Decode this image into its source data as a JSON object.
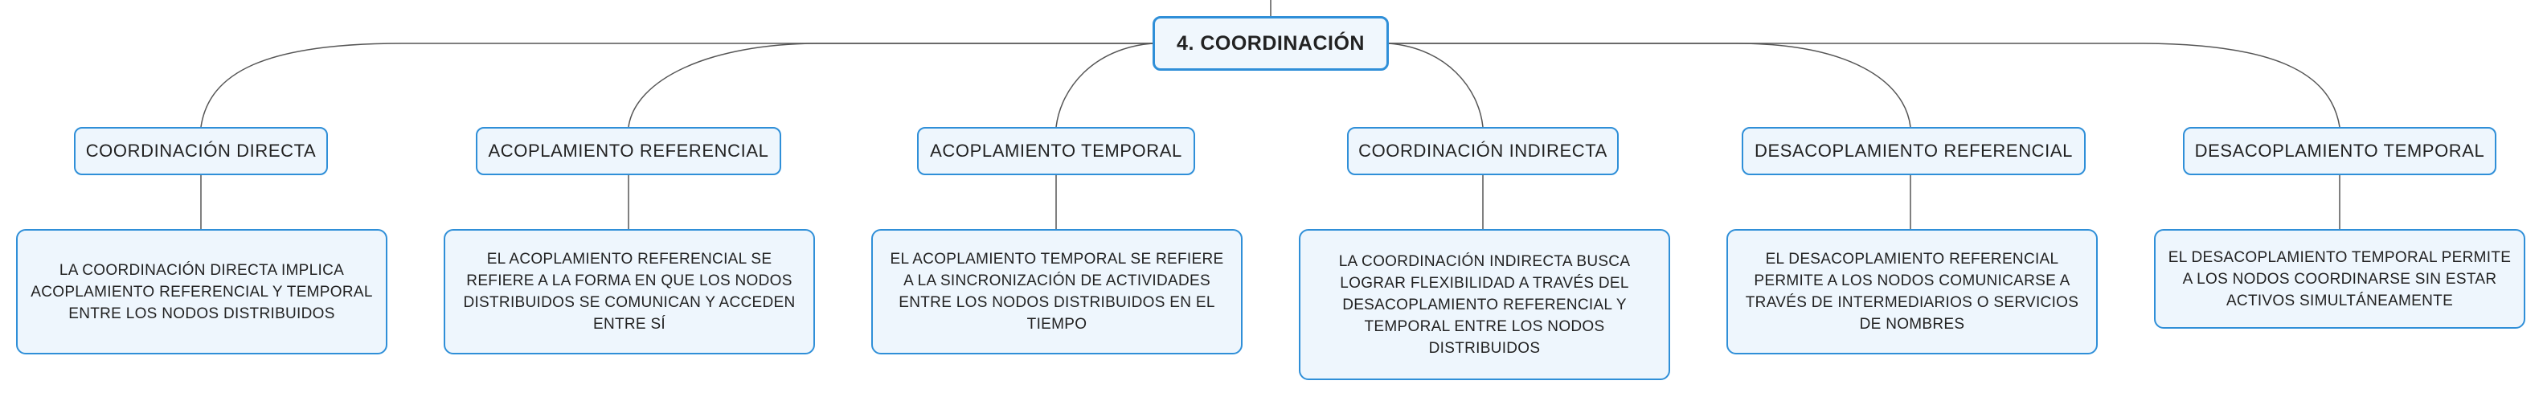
{
  "diagram": {
    "root": {
      "label": "4. COORDINACIÓN"
    },
    "branches": [
      {
        "label": "COORDINACIÓN DIRECTA",
        "description": "LA COORDINACIÓN DIRECTA IMPLICA ACOPLAMIENTO REFERENCIAL Y TEMPORAL ENTRE LOS NODOS DISTRIBUIDOS"
      },
      {
        "label": "ACOPLAMIENTO REFERENCIAL",
        "description": "EL ACOPLAMIENTO REFERENCIAL SE REFIERE A LA FORMA EN QUE LOS NODOS DISTRIBUIDOS SE COMUNICAN Y ACCEDEN ENTRE SÍ"
      },
      {
        "label": "ACOPLAMIENTO TEMPORAL",
        "description": "EL ACOPLAMIENTO TEMPORAL SE REFIERE A LA SINCRONIZACIÓN DE ACTIVIDADES ENTRE LOS NODOS DISTRIBUIDOS EN EL TIEMPO"
      },
      {
        "label": "COORDINACIÓN INDIRECTA",
        "description": "LA COORDINACIÓN INDIRECTA BUSCA LOGRAR FLEXIBILIDAD A TRAVÉS DEL DESACOPLAMIENTO REFERENCIAL Y TEMPORAL ENTRE LOS NODOS DISTRIBUIDOS"
      },
      {
        "label": "DESACOPLAMIENTO REFERENCIAL",
        "description": "EL DESACOPLAMIENTO REFERENCIAL PERMITE A LOS NODOS COMUNICARSE A TRAVÉS DE INTERMEDIARIOS O SERVICIOS DE NOMBRES"
      },
      {
        "label": "DESACOPLAMIENTO TEMPORAL",
        "description": "EL DESACOPLAMIENTO TEMPORAL PERMITE A LOS NODOS COORDINARSE SIN ESTAR ACTIVOS SIMULTÁNEAMENTE"
      }
    ]
  },
  "colors": {
    "accent": "#2f8fd8",
    "node_fill": "#eef6fd",
    "connector": "#555555"
  }
}
